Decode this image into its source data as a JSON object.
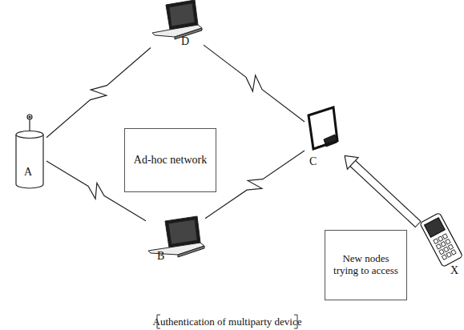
{
  "diagram": {
    "caption": "Authentication of multiparty device",
    "nodes": [
      {
        "text": [
          "D"
        ]
      },
      {
        "text": [
          "A"
        ]
      },
      {
        "text": [
          "Ad-hoc network"
        ]
      },
      {
        "text": [
          "C"
        ]
      },
      {
        "text": [
          "New nodes trying to access"
        ]
      },
      {
        "text": [
          "X"
        ]
      },
      {
        "text": [
          "B"
        ]
      }
    ],
    "edges": [
      {
        "from": 1,
        "to": 0,
        "arrow": "none"
      },
      {
        "from": 0,
        "to": 3,
        "arrow": "none"
      },
      {
        "from": 3,
        "to": 6,
        "arrow": "none"
      },
      {
        "from": 6,
        "to": 1,
        "arrow": "none"
      },
      {
        "from": 5,
        "to": 3,
        "arrow": "to"
      }
    ]
  }
}
